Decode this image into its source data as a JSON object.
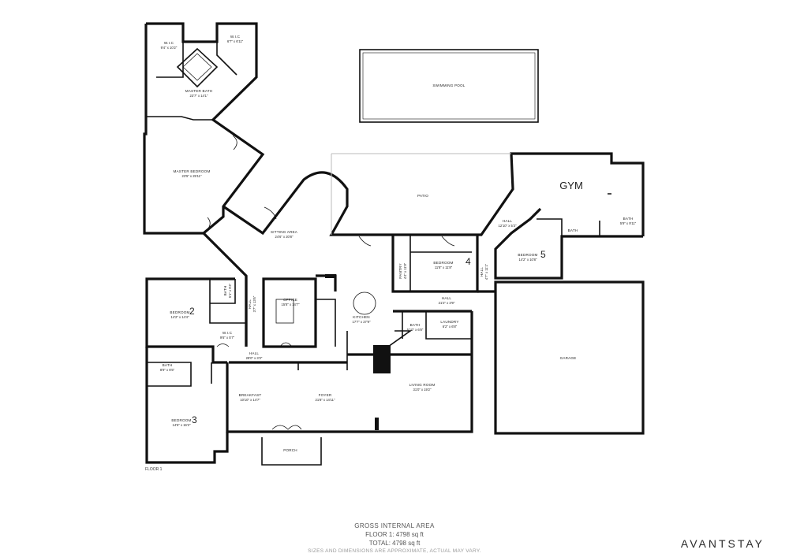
{
  "floor_tag": "FLOOR 1",
  "footer": {
    "title": "GROSS INTERNAL AREA",
    "floor_area": "FLOOR 1: 4798 sq ft",
    "total_area": "TOTAL: 4798 sq ft",
    "note": "SIZES AND DIMENSIONS ARE APPROXIMATE, ACTUAL MAY VARY."
  },
  "brand": "AVANTSTAY",
  "rooms": {
    "wic_left": {
      "name": "W.I.C",
      "dim": "9'4\" x 10'2\""
    },
    "wic_right": {
      "name": "W.I.C",
      "dim": "6'7\" x 6'11\""
    },
    "master_bath": {
      "name": "MASTER BATH",
      "dim": "23'7\" x 14'1\""
    },
    "swimming_pool": {
      "name": "SWIMMING POOL"
    },
    "master_bedroom": {
      "name": "MASTER BEDROOM",
      "dim": "23'5\" x 25'11\""
    },
    "patio": {
      "name": "PATIO"
    },
    "gym": {
      "name": "GYM"
    },
    "bath_gym": {
      "name": "BATH",
      "dim": "5'9\" x 9'11\""
    },
    "hall_gym": {
      "name": "HALL",
      "dim": "12'10\" x 5'3\""
    },
    "bath_small": {
      "name": "BATH"
    },
    "sitting_area": {
      "name": "SITTING AREA",
      "dim": "24'6\" x 20'8\""
    },
    "pantry": {
      "name": "PANTRY",
      "dim": "4'4\" x 11'9\""
    },
    "bedroom4": {
      "name": "BEDROOM",
      "dim": "11'8\" x 11'8\"",
      "num": "4"
    },
    "hall_vertical": {
      "name": "HALL",
      "dim": "4'7\" x 11'1\""
    },
    "bedroom5": {
      "name": "BEDROOM",
      "dim": "14'2\" x 10'8\"",
      "num": "5"
    },
    "bedroom2": {
      "name": "BEDROOM",
      "dim": "14'2\" x 14'4\"",
      "num": "2"
    },
    "bath_bed2": {
      "name": "BATH",
      "dim": "5'1\" x 9'4\""
    },
    "wic_bed2": {
      "name": "W.I.C",
      "dim": "9'6\" x 5'7\""
    },
    "hall_narrow": {
      "name": "HALL",
      "dim": "3'7\" x 13'6\""
    },
    "office": {
      "name": "OFFICE",
      "dim": "15'8\" x 14'7\""
    },
    "kitchen": {
      "name": "KITCHEN",
      "dim": "17'7\" x 27'9\""
    },
    "hall_mid": {
      "name": "HALL",
      "dim": "21'2\" x 3'9\""
    },
    "bath_laundry": {
      "name": "BATH",
      "dim": "5'10\" x 6'8\""
    },
    "laundry": {
      "name": "LAUNDRY",
      "dim": "6'2\" x 6'8\""
    },
    "garage": {
      "name": "GARAGE"
    },
    "hall_long": {
      "name": "HALL",
      "dim": "28'0\" x 3'3\""
    },
    "bath_bed3": {
      "name": "BATH",
      "dim": "8'9\" x 6'5\""
    },
    "breakfast": {
      "name": "BREAKFAST",
      "dim": "10'10\" x 14'7\""
    },
    "foyer": {
      "name": "FOYER",
      "dim": "21'8\" x 14'11\""
    },
    "living_room": {
      "name": "LIVING ROOM",
      "dim": "31'0\" x 19'2\""
    },
    "bedroom3": {
      "name": "BEDROOM",
      "dim": "14'6\" x 16'2\"",
      "num": "3"
    },
    "porch": {
      "name": "PORCH"
    }
  }
}
